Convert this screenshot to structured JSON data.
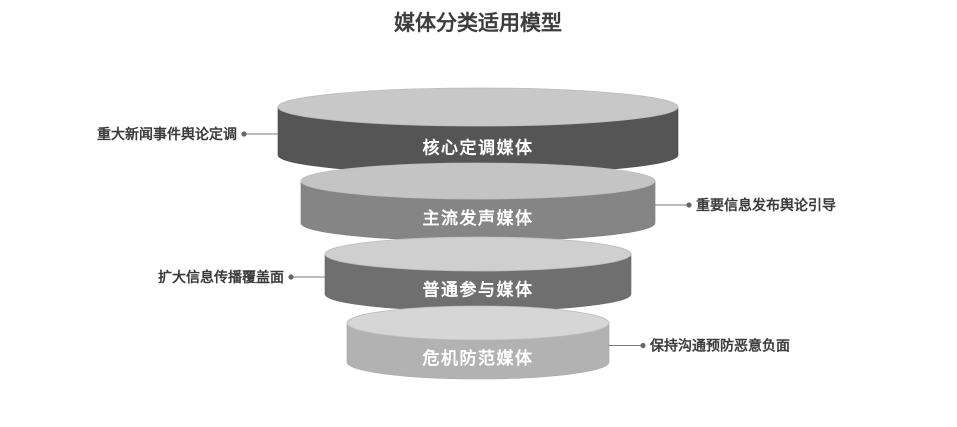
{
  "title": "媒体分类适用模型",
  "tiers": [
    {
      "label": "核心定调媒体",
      "note": "重大新闻事件舆论定调",
      "note_side": "left",
      "top_color": "#c8c8c8",
      "body_color": "#555555",
      "edge_color": "#4a4a4a"
    },
    {
      "label": "主流发声媒体",
      "note": "重要信息发布舆论引导",
      "note_side": "right",
      "top_color": "#c4c4c4",
      "body_color": "#858585",
      "edge_color": "#7a7a7a"
    },
    {
      "label": "普通参与媒体",
      "note": "扩大信息传播覆盖面",
      "note_side": "left",
      "top_color": "#cfcfcf",
      "body_color": "#6f6f6f",
      "edge_color": "#666666"
    },
    {
      "label": "危机防范媒体",
      "note": "保持沟通预防恶意负面",
      "note_side": "right",
      "top_color": "#d6d6d6",
      "body_color": "#b2b2b2",
      "edge_color": "#a6a6a6"
    }
  ]
}
